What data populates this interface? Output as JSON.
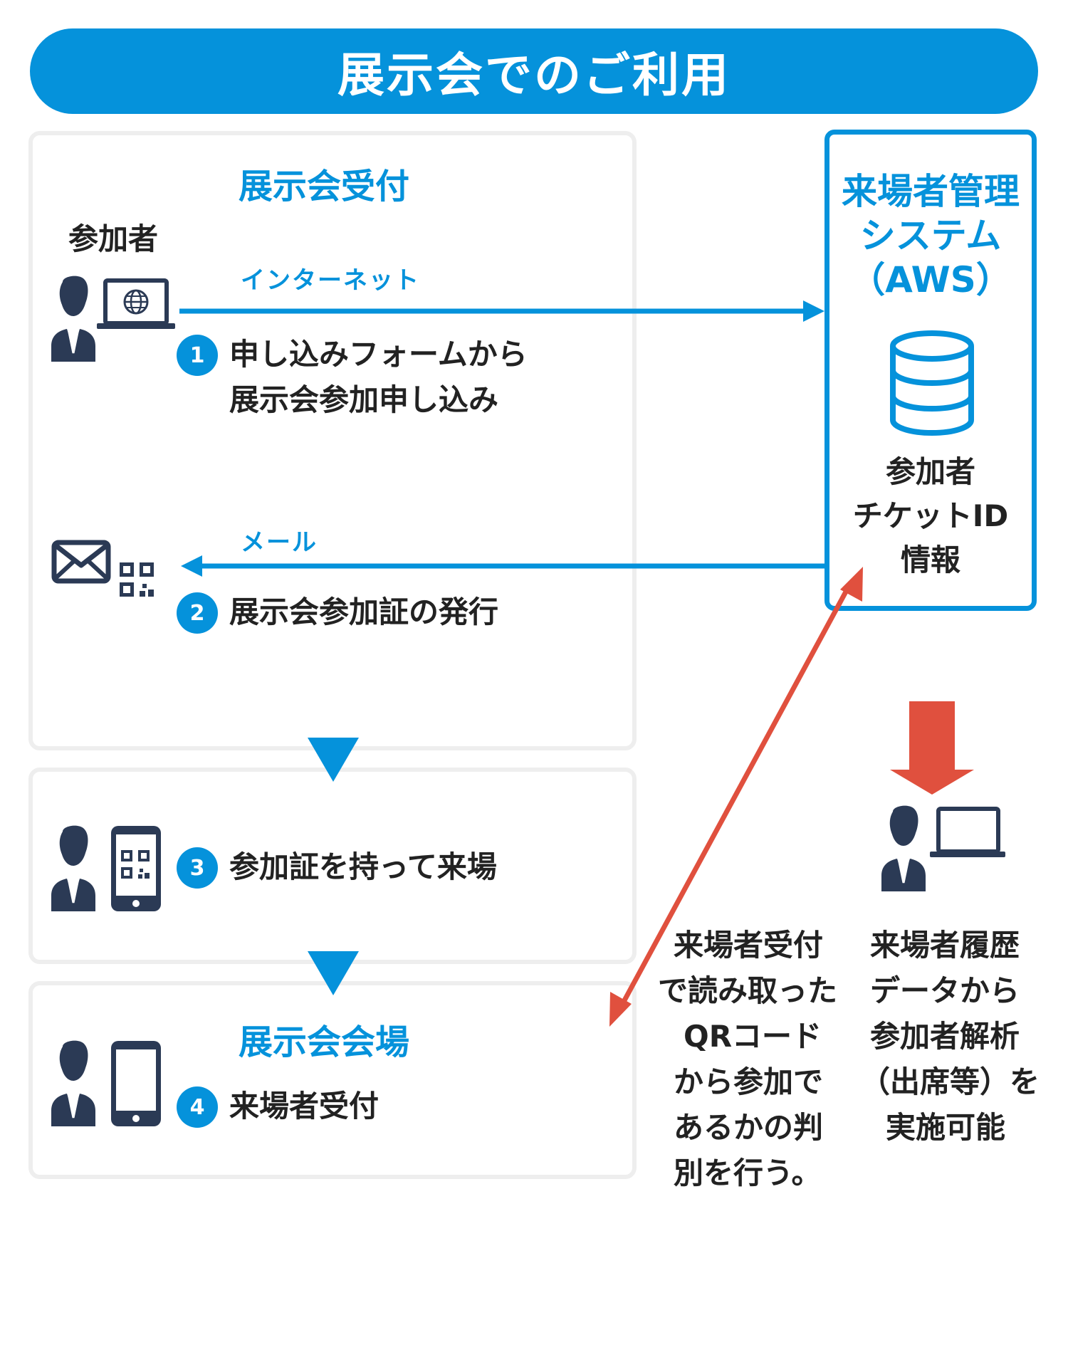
{
  "header": {
    "title": "展示会でのご利用"
  },
  "reception_panel": {
    "title": "展示会受付",
    "participant_label": "参加者",
    "internet_label": "インターネット",
    "mail_label": "メール",
    "steps": [
      {
        "number": "1",
        "line1": "申し込みフォームから",
        "line2": "展示会参加申し込み"
      },
      {
        "number": "2",
        "line1": "展示会参加証の発行"
      }
    ]
  },
  "visit_panel": {
    "steps": [
      {
        "number": "3",
        "line1": "参加証を持って来場"
      }
    ]
  },
  "venue_panel": {
    "title": "展示会会場",
    "steps": [
      {
        "number": "4",
        "line1": "来場者受付"
      }
    ]
  },
  "aws_system": {
    "title_lines": [
      "来場者管理",
      "システム",
      "（AWS）"
    ],
    "info_lines": [
      "参加者",
      "チケットID",
      "情報"
    ]
  },
  "notes": {
    "reception_note": [
      "来場者受付",
      "で読み取った",
      "QRコード",
      "から参加で",
      "あるかの判",
      "別を行う。"
    ],
    "analysis_note": [
      "来場者履歴",
      "データから",
      "参加者解析",
      "（出席等）を",
      "実施可能"
    ]
  },
  "colors": {
    "accent_blue": "#0592db",
    "accent_red": "#e0503e",
    "icon_navy": "#2b3a55",
    "panel_border": "#eeeeee"
  },
  "icons": [
    "person-laptop-icon",
    "globe-icon",
    "mail-icon",
    "qr-code-icon",
    "person-phone-icon",
    "database-icon",
    "person-computer-icon"
  ]
}
